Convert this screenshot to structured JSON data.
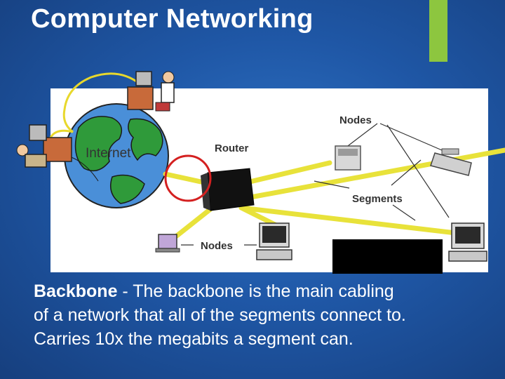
{
  "slide": {
    "title": "Computer Networking",
    "accent_color": "#8dc63f"
  },
  "diagram": {
    "internet_label": "Internet",
    "router_label": "Router",
    "nodes_top_label": "Nodes",
    "segments_label": "Segments",
    "nodes_bottom_label": "Nodes",
    "icons": [
      "globe-icon",
      "user-at-computer-icon",
      "router-icon",
      "computer-icon",
      "printer-icon",
      "laptop-icon",
      "monitor-icon"
    ],
    "highlight_color": "#d42020",
    "cable_color": "#e8e23a"
  },
  "body": {
    "term": "Backbone",
    "lines": [
      " - The backbone is the main cabling",
      "of a network that all of the segments connect to.",
      "Carries 10x the megabits a segment can."
    ]
  }
}
